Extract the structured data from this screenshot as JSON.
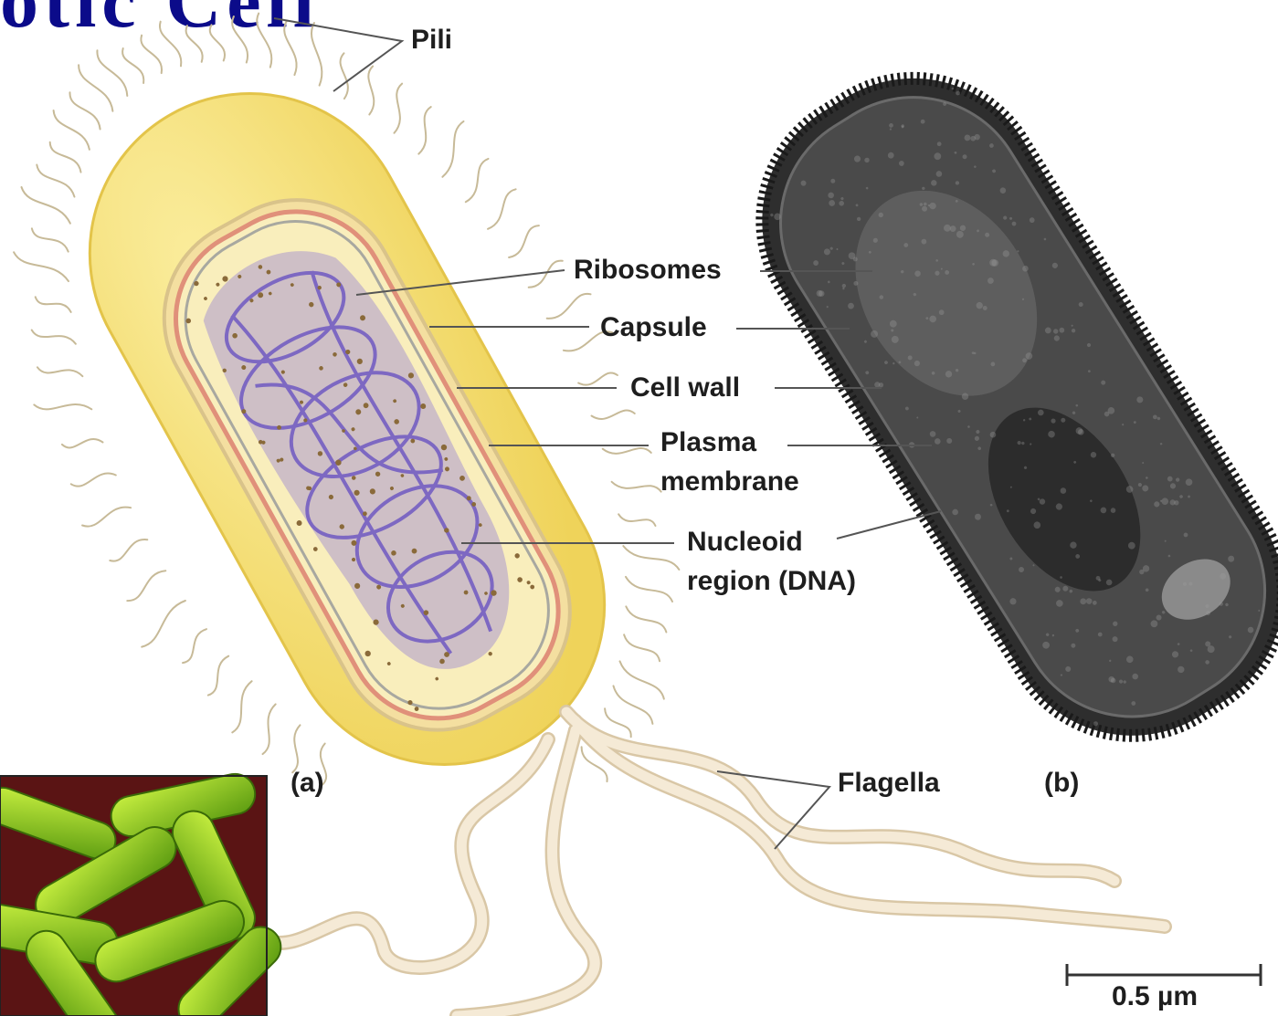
{
  "title_fragment": "otic Cell",
  "labels": {
    "pili": "Pili",
    "ribosomes": "Ribosomes",
    "capsule": "Capsule",
    "cell_wall": "Cell wall",
    "plasma_membrane_line1": "Plasma",
    "plasma_membrane_line2": "membrane",
    "nucleoid_line1": "Nucleoid",
    "nucleoid_line2": "region (DNA)",
    "flagella": "Flagella",
    "panel_a": "(a)",
    "panel_b": "(b)",
    "scale_bar": "0.5 µm"
  },
  "colors": {
    "capsule": "#f3dc6a",
    "cytoplasm": "#f9eebc",
    "nucleoid": "#8c78c8",
    "membrane": "#e0907a",
    "flagella": "#eedcc0",
    "micrograph": "#3a3a3a",
    "title": "#0b0b8a"
  }
}
